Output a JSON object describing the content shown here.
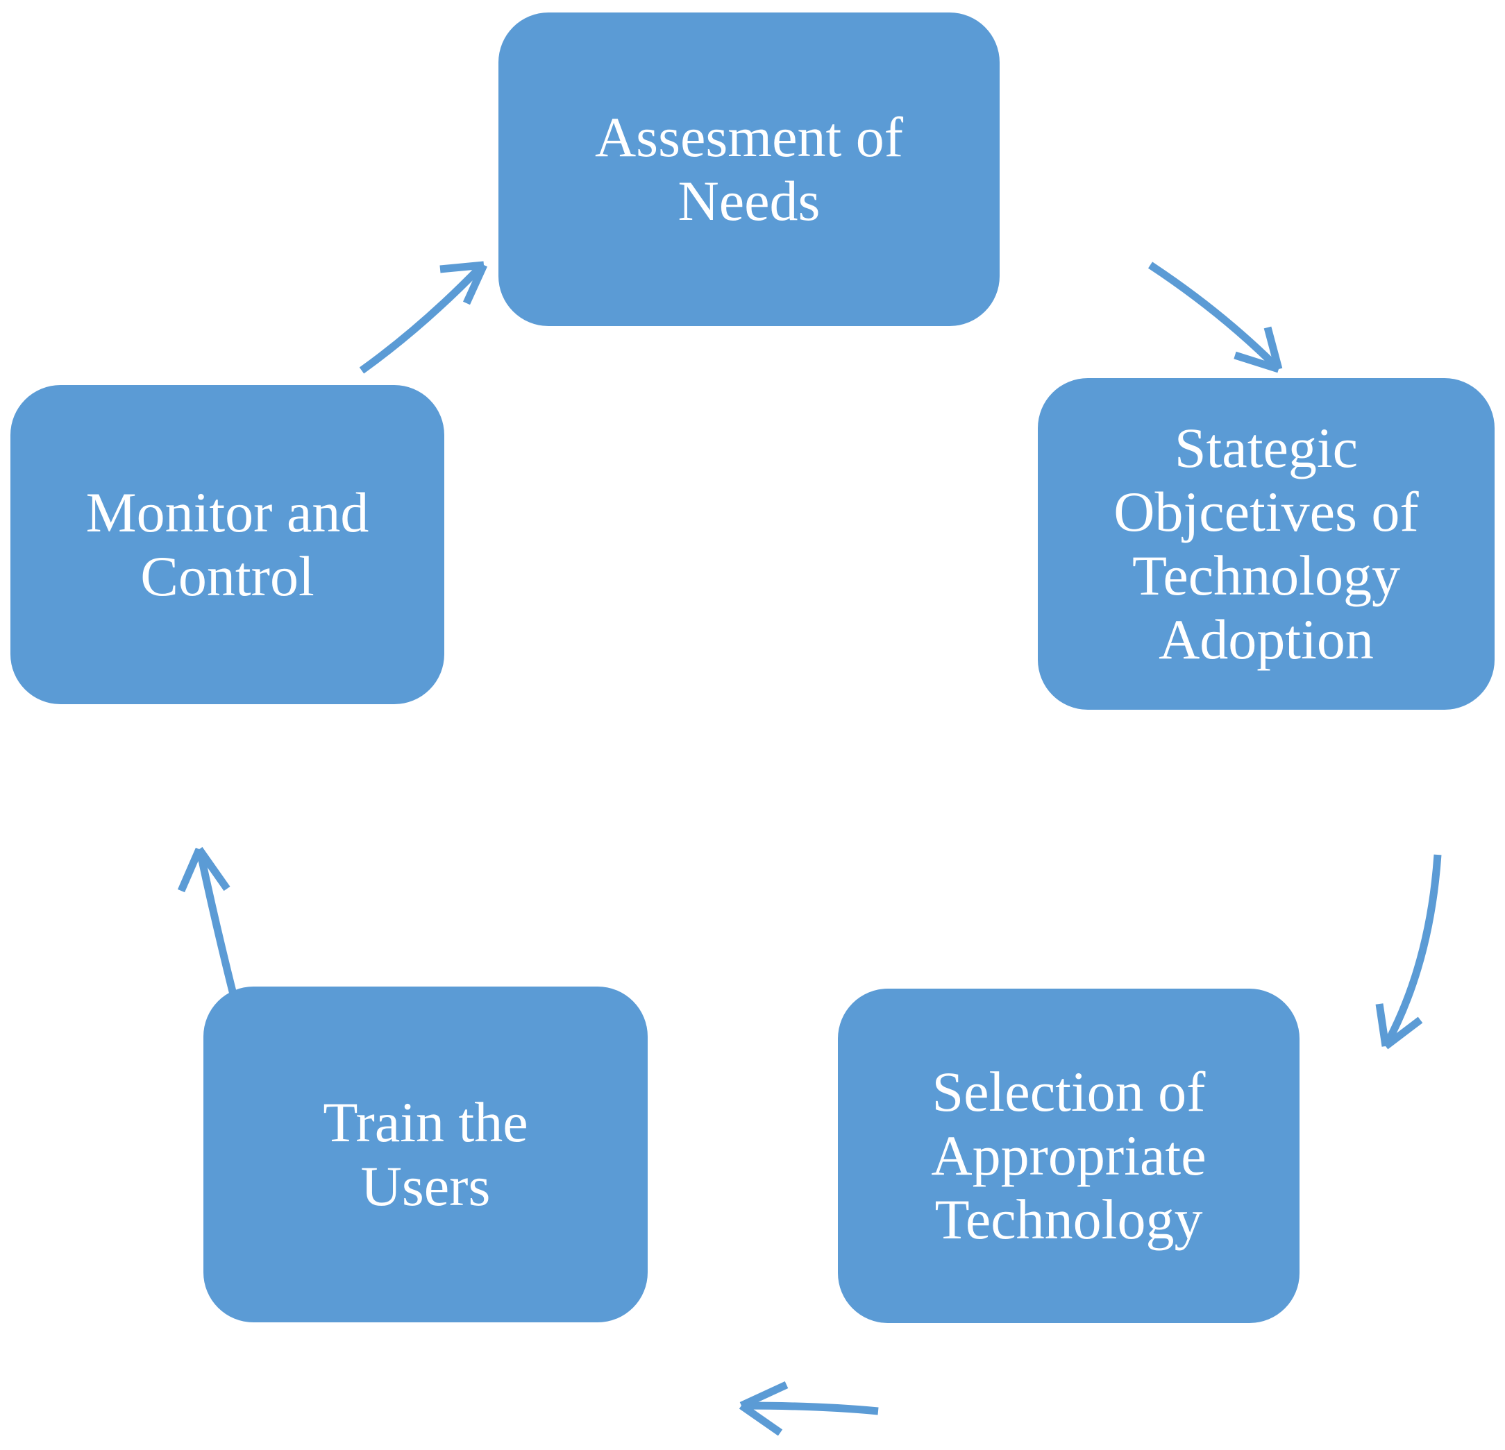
{
  "diagram": {
    "type": "cycle",
    "title": "",
    "background_color": "#FFFFFF",
    "node_fill_color": "#5B9BD5",
    "node_text_color": "#FFFFFF",
    "arrow_color": "#5B9BD5",
    "node_count": 5,
    "arrow_count": 5,
    "direction": "clockwise",
    "nodes": [
      {
        "id": "assessment-of-needs",
        "label": "Assesment of\nNeeds",
        "line1": "Assesment of",
        "line2": "Needs",
        "position": "top",
        "order": 1
      },
      {
        "id": "strategic-objectives",
        "label": "Stategic\nObjcetives of\nTechnology\nAdoption",
        "line1": "Stategic",
        "line2": "Objcetives of",
        "line3": "Technology",
        "line4": "Adoption",
        "position": "right",
        "order": 2
      },
      {
        "id": "selection-technology",
        "label": "Selection of\nAppropriate\nTechnology",
        "line1": "Selection of",
        "line2": "Appropriate",
        "line3": "Technology",
        "position": "bottom-right",
        "order": 3
      },
      {
        "id": "train-users",
        "label": "Train the\nUsers",
        "line1": "Train the",
        "line2": "Users",
        "position": "bottom-left",
        "order": 4
      },
      {
        "id": "monitor-control",
        "label": "Monitor and\nControl",
        "line1": "Monitor and",
        "line2": "Control",
        "position": "left",
        "order": 5
      }
    ],
    "arrows": [
      {
        "id": "arrow-assessment-to-strategic",
        "from": "assessment-of-needs",
        "to": "strategic-objectives",
        "direction": "down-right"
      },
      {
        "id": "arrow-strategic-to-selection",
        "from": "strategic-objectives",
        "to": "selection-technology",
        "direction": "down"
      },
      {
        "id": "arrow-selection-to-train",
        "from": "selection-technology",
        "to": "train-users",
        "direction": "left"
      },
      {
        "id": "arrow-train-to-monitor",
        "from": "train-users",
        "to": "monitor-control",
        "direction": "up"
      },
      {
        "id": "arrow-monitor-to-assessment",
        "from": "monitor-control",
        "to": "assessment-of-needs",
        "direction": "up-right"
      }
    ]
  }
}
